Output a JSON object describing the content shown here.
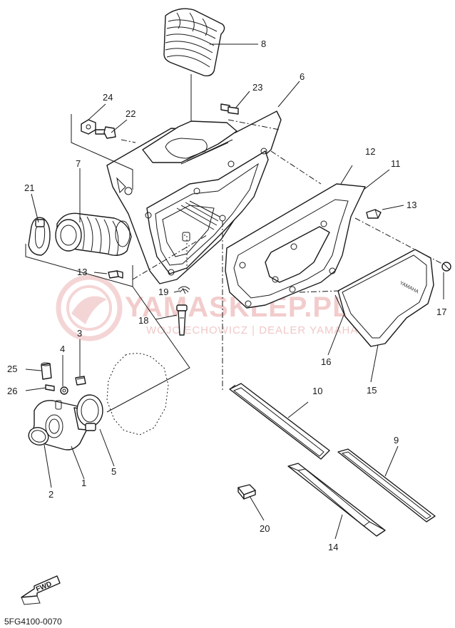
{
  "diagram_code": "5FG4100-0070",
  "watermark": {
    "brand": "YAMASKLEP.PL",
    "tagline": "WOJCIECHOWICZ | DEALER YAMAHA",
    "color": "#e8a3a3"
  },
  "embossed_label": "YAMAHA",
  "direction_marker": {
    "label": "FWD",
    "icon": "forward-arrow-icon"
  },
  "callouts": [
    {
      "id": "1",
      "text": "1"
    },
    {
      "id": "2",
      "text": "2"
    },
    {
      "id": "3",
      "text": "3"
    },
    {
      "id": "4",
      "text": "4"
    },
    {
      "id": "5",
      "text": "5"
    },
    {
      "id": "6",
      "text": "6"
    },
    {
      "id": "7",
      "text": "7"
    },
    {
      "id": "8",
      "text": "8"
    },
    {
      "id": "9",
      "text": "9"
    },
    {
      "id": "10",
      "text": "10"
    },
    {
      "id": "11",
      "text": "11"
    },
    {
      "id": "12",
      "text": "12"
    },
    {
      "id": "13a",
      "text": "13"
    },
    {
      "id": "13b",
      "text": "13"
    },
    {
      "id": "14",
      "text": "14"
    },
    {
      "id": "15",
      "text": "15"
    },
    {
      "id": "16",
      "text": "16"
    },
    {
      "id": "17",
      "text": "17"
    },
    {
      "id": "18",
      "text": "18"
    },
    {
      "id": "19",
      "text": "19"
    },
    {
      "id": "20",
      "text": "20"
    },
    {
      "id": "21",
      "text": "21"
    },
    {
      "id": "22",
      "text": "22"
    },
    {
      "id": "23",
      "text": "23"
    },
    {
      "id": "24",
      "text": "24"
    },
    {
      "id": "25",
      "text": "25"
    },
    {
      "id": "26",
      "text": "26"
    }
  ]
}
